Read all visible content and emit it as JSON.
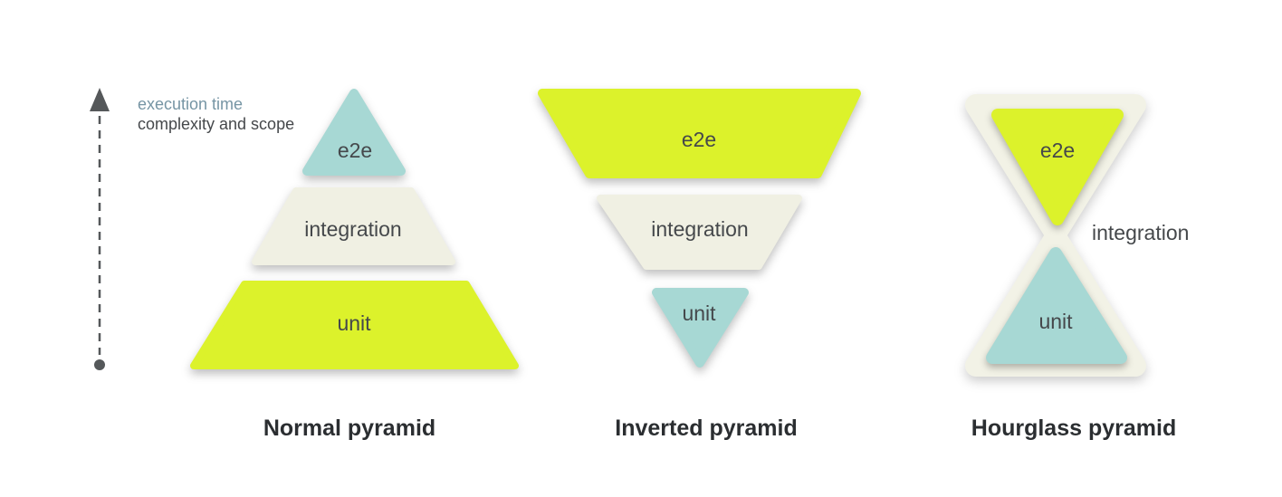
{
  "axis": {
    "execution_time_label": "execution time",
    "complexity_scope_label": "complexity and scope",
    "line_color": "#55585a"
  },
  "colors": {
    "teal": "#a7d8d4",
    "chartreuse": "#dcf22b",
    "cream": "#f0f0e3",
    "hourglass_shell": "#f2f2e6",
    "label_text": "#45484b",
    "caption_text": "#2b2e31"
  },
  "diagrams": [
    {
      "caption": "Normal pyramid",
      "layers": [
        {
          "label": "e2e",
          "color": "#a7d8d4"
        },
        {
          "label": "integration",
          "color": "#f0f0e3"
        },
        {
          "label": "unit",
          "color": "#dcf22b"
        }
      ]
    },
    {
      "caption": "Inverted pyramid",
      "layers": [
        {
          "label": "e2e",
          "color": "#dcf22b"
        },
        {
          "label": "integration",
          "color": "#f0f0e3"
        },
        {
          "label": "unit",
          "color": "#a7d8d4"
        }
      ]
    },
    {
      "caption": "Hourglass pyramid",
      "shell_color": "#f2f2e6",
      "layers": [
        {
          "label": "e2e",
          "color": "#dcf22b"
        },
        {
          "label": "integration"
        },
        {
          "label": "unit",
          "color": "#a7d8d4"
        }
      ]
    }
  ]
}
